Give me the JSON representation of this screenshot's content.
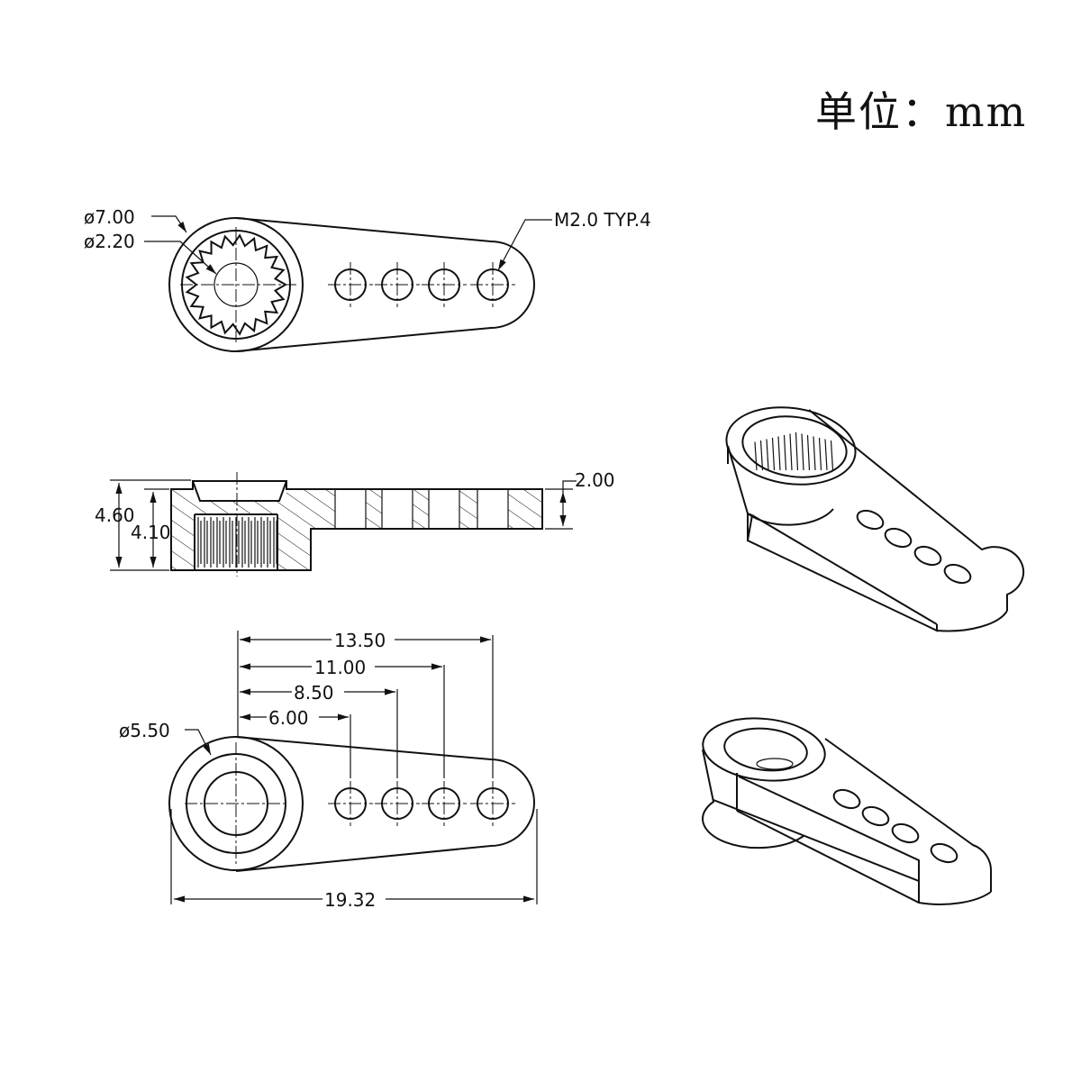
{
  "unit_label": "单位：mm",
  "top_view": {
    "outer_diameter": "ø7.00",
    "spline_diameter": "ø2.20",
    "hole_callout": "M2.0  TYP.4"
  },
  "section_view": {
    "total_height": "4.60",
    "hub_height": "4.10",
    "arm_thickness": "2.00"
  },
  "bottom_view": {
    "counterbore_diameter": "ø5.50",
    "hole_1_distance": "6.00",
    "hole_2_distance": "8.50",
    "hole_3_distance": "11.00",
    "hole_4_distance": "13.50",
    "overall_length": "19.32"
  }
}
